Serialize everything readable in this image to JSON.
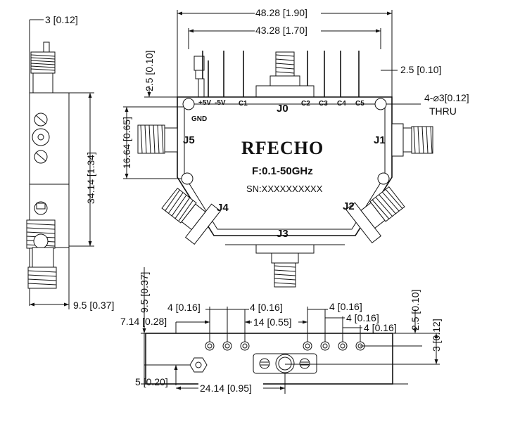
{
  "dimensions": {
    "overall_width": "48.28 [1.90]",
    "inner_width": "43.28 [1.70]",
    "top_thickness": "3 [0.12]",
    "right_offset": "2.5 [0.10]",
    "mount_holes": "4-⌀3[0.12]",
    "thru": "THRU",
    "left_offset": "2.5 [0.10]",
    "left_height": "16.64 [0.65]",
    "side_height": "34.14 [1.34]",
    "side_width": "9.5 [0.37]",
    "bottom_pitch_a": "4 [0.16]",
    "bottom_pitch_b": "4 [0.16]",
    "bottom_pitch_c": "4 [0.16]",
    "bottom_pitch_d": "4 [0.16]",
    "bottom_pitch_e": "4 [0.16]",
    "bottom_gap": "14 [0.55]",
    "bottom_left_offset": "7.14 [0.28]",
    "bottom_height": "9.5 [0.37]",
    "bottom_top_offset": "2.5 [0.10]",
    "bottom_right_offset": "3 [0.12]",
    "bottom_ground": "5 [0.20]",
    "bottom_center": "24.14 [0.95]"
  },
  "pins": {
    "plus5v": "+5V",
    "minus5v": "-5V",
    "gnd": "GND",
    "c1": "C1",
    "c2": "C2",
    "c3": "C3",
    "c4": "C4",
    "c5": "C5"
  },
  "ports": {
    "j0": "J0",
    "j1": "J1",
    "j2": "J2",
    "j3": "J3",
    "j4": "J4",
    "j5": "J5"
  },
  "label": {
    "brand": "RFECHO",
    "frequency": "F:0.1-50GHz",
    "serial": "SN:XXXXXXXXXX"
  }
}
